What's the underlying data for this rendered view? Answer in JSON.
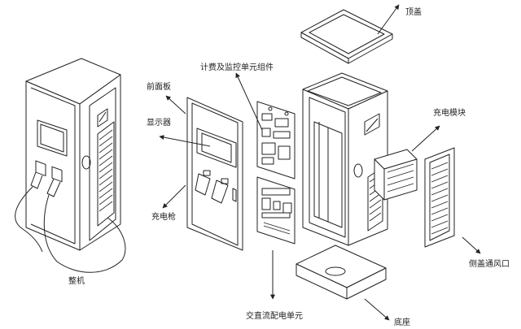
{
  "labels": {
    "top_cover": "顶盖",
    "monitoring_unit": "计费及监控单元组件",
    "front_panel": "前面板",
    "display": "显示器",
    "charging_module": "充电模块",
    "charging_gun": "充电枪",
    "whole_unit": "整机",
    "ac_dc_distribution": "交直流配电单元",
    "side_vent": "侧盖通风口",
    "base": "底座"
  }
}
